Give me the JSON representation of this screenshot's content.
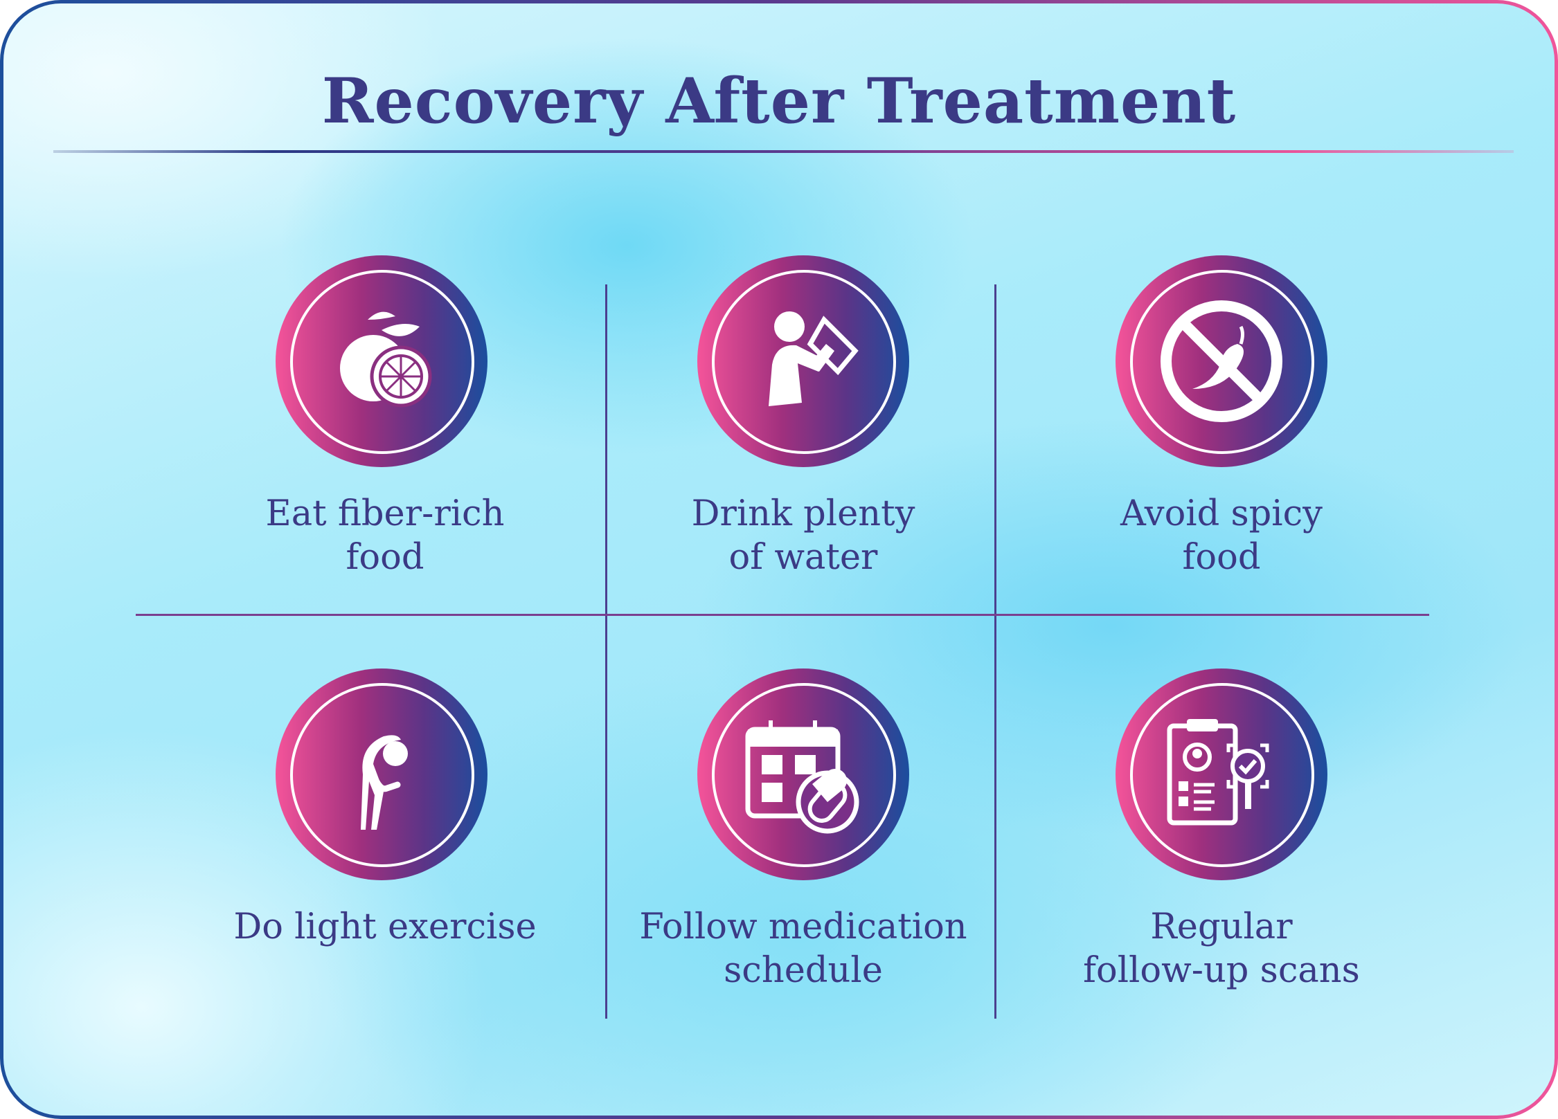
{
  "title": "Recovery After Treatment",
  "items": [
    {
      "label_line1": "Eat fiber-rich",
      "label_line2": "food",
      "icon": "fruit-icon"
    },
    {
      "label_line1": "Drink plenty",
      "label_line2": "of water",
      "icon": "person-drinking-icon"
    },
    {
      "label_line1": "Avoid spicy",
      "label_line2": "food",
      "icon": "no-chili-icon"
    },
    {
      "label_line1": "Do light exercise",
      "label_line2": "",
      "icon": "stretching-person-icon"
    },
    {
      "label_line1": "Follow medication",
      "label_line2": "schedule",
      "icon": "calendar-pill-icon"
    },
    {
      "label_line1": "Regular",
      "label_line2": "follow-up scans",
      "icon": "clipboard-scan-icon"
    }
  ],
  "colors": {
    "title": "#3b3a85",
    "gradient_start": "#f4549a",
    "gradient_end": "#1b4e9e"
  }
}
